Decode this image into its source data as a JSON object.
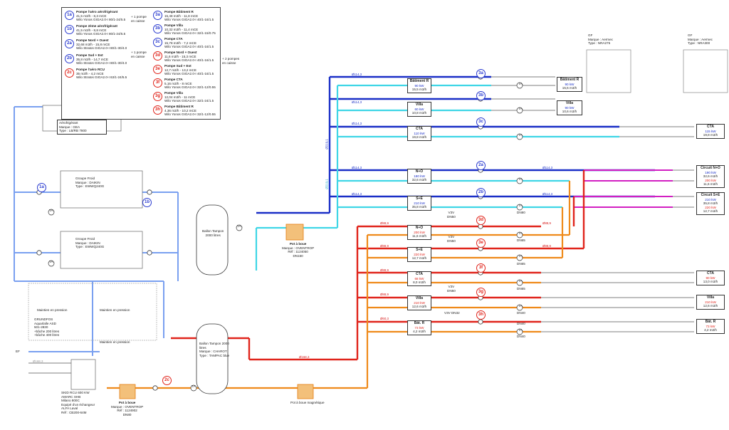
{
  "legend": {
    "pumps": [
      {
        "id": "1a",
        "color": "blue",
        "line1": "Pompe l'aéro aérofrigérant",
        "line2": "41,5 m3/h - 8,3 mCE",
        "line3": "Wilo Yonos GIGA2.0-I 80/1-24/5.5"
      },
      {
        "id": "1b",
        "color": "blue",
        "line1": "Pompe 2ème aérofrigérant",
        "line2": "41,5 m3/h - 8,8 mCE",
        "line3": "Wilo Yonos GIGA2.0-I 80/1-24/5.5"
      },
      {
        "id": "2a",
        "color": "blue",
        "line1": "Pompe Nord + Ouest",
        "line2": "32,68 m3/h - 15,8 mCE",
        "line3": "Wilo Stratos GIGA2.0-I 80/1-30/4.0"
      },
      {
        "id": "2b",
        "color": "blue",
        "line1": "Pompe Sud + Est",
        "line2": "35,8 m3/h - 14,7 mCE",
        "line3": "Wilo Stratos GIGA2.0-I 80/1-30/4.0"
      },
      {
        "id": "2c",
        "color": "red",
        "line1": "Pompe l'aéro RCU",
        "line2": "35 m3/h - 4,2 mCE",
        "line3": "Wilo Stratos GIGA2.0-I 63/1-24/5.5"
      }
    ],
    "note_left_1": "+ 1 pompe\nen caisse",
    "note_left_2": "+ 1 pompe\nen caisse",
    "pumps_right": [
      {
        "id": "3a",
        "color": "blue",
        "line1": "Pompe Bâtiment R",
        "line2": "15,48 m3/h - 11,8 mCE",
        "line3": "Wilo Yonos GIGA2.0-I 40/1-16/1.5"
      },
      {
        "id": "3b",
        "color": "blue",
        "line1": "Pompe Villa",
        "line2": "10,32 m3/h - 11,4 mCE",
        "line3": "Wilo Yonos GIGA2.0-I 32/1-15/0.75"
      },
      {
        "id": "3c",
        "color": "blue",
        "line1": "Pompe CTA",
        "line2": "15,78 m3/h - 7,2 mCE",
        "line3": "Wilo Yonos GIGA2.0-I 40/1-16/1.5"
      },
      {
        "id": "3d",
        "color": "red",
        "line1": "Pompe Nord + Ouest",
        "line2": "11,6 m3/h - 15,3 mCE",
        "line3": "Wilo Yonos GIGA2.0-I 40/1-16/1.5"
      },
      {
        "id": "3e",
        "color": "red",
        "line1": "Pompe Sud + Est",
        "line2": "12,7 m3/h - 13,2 mCE",
        "line3": "Wilo Yonos GIGA2.0-I 40/1-16/1.5"
      },
      {
        "id": "3f",
        "color": "red",
        "line1": "Pompe CTA",
        "line2": "5,16 m3/h - 8 mCE",
        "line3": "Wilo Yonos GIGA2.0-I 32/1-12/0.55"
      },
      {
        "id": "3g",
        "color": "red",
        "line1": "Pompe Villa",
        "line2": "12,04 m3/h - 11 mCE",
        "line3": "Wilo Yonos GIGA2.0-I 32/1-24/1.5"
      },
      {
        "id": "3h",
        "color": "red",
        "line1": "Pompe Bâtiment R",
        "line2": "4,36 m3/h - 10,2 mCE",
        "line3": "Wilo Yonos GIGA2.0-I 32/1-12/0.55"
      }
    ],
    "note_right": "+ 2 pompes\nen caisse"
  },
  "aero": {
    "line1": "Aérofrigérant",
    "line2": "Marque : GEA",
    "line3": "Type : LB/RB 7800"
  },
  "groupe1": {
    "line1": "Groupe Froid",
    "line2": "Marque : DAIKIN",
    "line3": "Type : EWWQ240G"
  },
  "groupe2": {
    "line1": "Groupe Froid",
    "line2": "Marque : DAIKIN",
    "line3": "Type : EWWQ240G"
  },
  "ballon_froid": {
    "line1": "Ballon Tampon",
    "line2": "2000 litres"
  },
  "ballon_chaud": {
    "line1": "Ballon Tampon 2000",
    "line2": "litres",
    "line3": "Marque : CHAROT",
    "line4": "Type : TAMPAC blue"
  },
  "pot_boue_1": {
    "title": "Pot à boue",
    "line1": "Marque : OVENTROP",
    "line2": "Réf : 1124050",
    "line3": "DN150"
  },
  "pot_boue_2": {
    "title": "Pot à boue",
    "line1": "Marque : OVENTROP",
    "line2": "Réf : 1124902",
    "line3": "DN80"
  },
  "pot_boue_3": {
    "title": "Pot à boue magnétique"
  },
  "maintien": [
    "Maintien en pression",
    "Maintien en pression",
    "Maintien en pression"
  ],
  "grundfos": {
    "line1": "GRUNDFOS",
    "line2": "Aquarlalle ASD",
    "line3": "501-2830",
    "line4": "+bâche 200 litres",
    "line5": "+bâche 400 litres"
  },
  "skid": {
    "line1": "SKID RCU 600 KW",
    "line2": "AMARC SHB",
    "line3": "Milano 800C",
    "line4": "Equipé d'un échangeur",
    "line5": "ALFA Laval",
    "line6": "Réf : CB200-64M"
  },
  "ef_label": "EF",
  "gf_left": {
    "line1": "GF",
    "line2": "Marque : Aermec",
    "line3": "Type : NRA275"
  },
  "gf_right": {
    "line1": "GF",
    "line2": "Marque : Aermec",
    "line3": "Type : NRA300"
  },
  "circuits_mid": [
    {
      "name": "Bâtiment R",
      "power": "90 kW",
      "flow": "15,5 m3/h"
    },
    {
      "name": "Villa",
      "power": "60 kW",
      "flow": "10,8 m3/h"
    },
    {
      "name": "CTA",
      "power": "110 kW",
      "flow": "19,8 m3/h"
    },
    {
      "name": "N+O",
      "power": "180 kW",
      "flow": "32,6 m3/h"
    },
    {
      "name": "S+E",
      "power": "210 kW",
      "flow": "35,8 m3/h"
    },
    {
      "name": "N+O",
      "power": "200 kW",
      "flow": "11,6 m3/h"
    },
    {
      "name": "S+E",
      "power": "220 kW",
      "flow": "12,7 m3/h"
    },
    {
      "name": "CTA",
      "power": "68 kW",
      "flow": "8,0 m3/h"
    },
    {
      "name": "Villa",
      "power": "210 kW",
      "flow": "12,6 m3/h"
    },
    {
      "name": "Bât. R",
      "power": "73 kW",
      "flow": "4,2 m3/h"
    }
  ],
  "circuits_end": [
    {
      "name": "Bâtiment R",
      "power": "90 kW",
      "flow": "15,5 m3/h"
    },
    {
      "name": "Villa",
      "power": "90 kW",
      "flow": "10,6 m3/h"
    },
    {
      "name": "CTA",
      "power": "115 kW",
      "flow": "19,8 m3/h"
    },
    {
      "name": "Circuit N+O",
      "power": "190 kW",
      "flow": "32,6 m3/h",
      "sub1": "200 kW",
      "sub2": "11,6 m3/h"
    },
    {
      "name": "Circuit S+E",
      "power": "210 kW",
      "flow": "35,8 m3/h",
      "sub1": "220 kW",
      "sub2": "12,7 m3/h"
    },
    {
      "name": "CTA",
      "power": "90 kW",
      "flow": "13,0 m3/h"
    },
    {
      "name": "Villa",
      "power": "210 kW",
      "flow": "12,6 m3/h"
    },
    {
      "name": "Bât. R",
      "power": "73 kW",
      "flow": "4,2 m3/h"
    }
  ],
  "valves": [
    "V3V\nDN50",
    "V3V\nDN50",
    "V3V\nDN50",
    "V3V DN32"
  ],
  "dn_labels": [
    "DN80",
    "DN65",
    "DN65",
    "DN65",
    "DN40",
    "DN40",
    "DN40"
  ],
  "pipe_labels": {
    "blue_main": "Ø219,1",
    "blue_short": "Ø219,1",
    "row1": "Ø114,3",
    "row2": "Ø114,3",
    "row3": "Ø114,3",
    "row4": "Ø114,3",
    "row5": "Ø114,3",
    "row4_end": "Ø114,3",
    "row5_end": "Ø114,3",
    "red1": "Ø88,9",
    "red2": "Ø88,9",
    "red3": "Ø88,9",
    "red4": "Ø88,9",
    "red5": "Ø60,3",
    "red_end1": "Ø88,9",
    "red_end2": "Ø88,9",
    "red_bottom": "Ø168,3",
    "grey_left": "Ø168,3"
  },
  "ta": "TA",
  "colors": {
    "blue": "#1a2fc7",
    "cyan": "#3fd6e6",
    "red": "#e0241b",
    "orange": "#ef8a1a",
    "magenta": "#d21fc2",
    "lightblue": "#7aa0f0",
    "grey": "#aaaaaa",
    "green": "#28c43a"
  }
}
